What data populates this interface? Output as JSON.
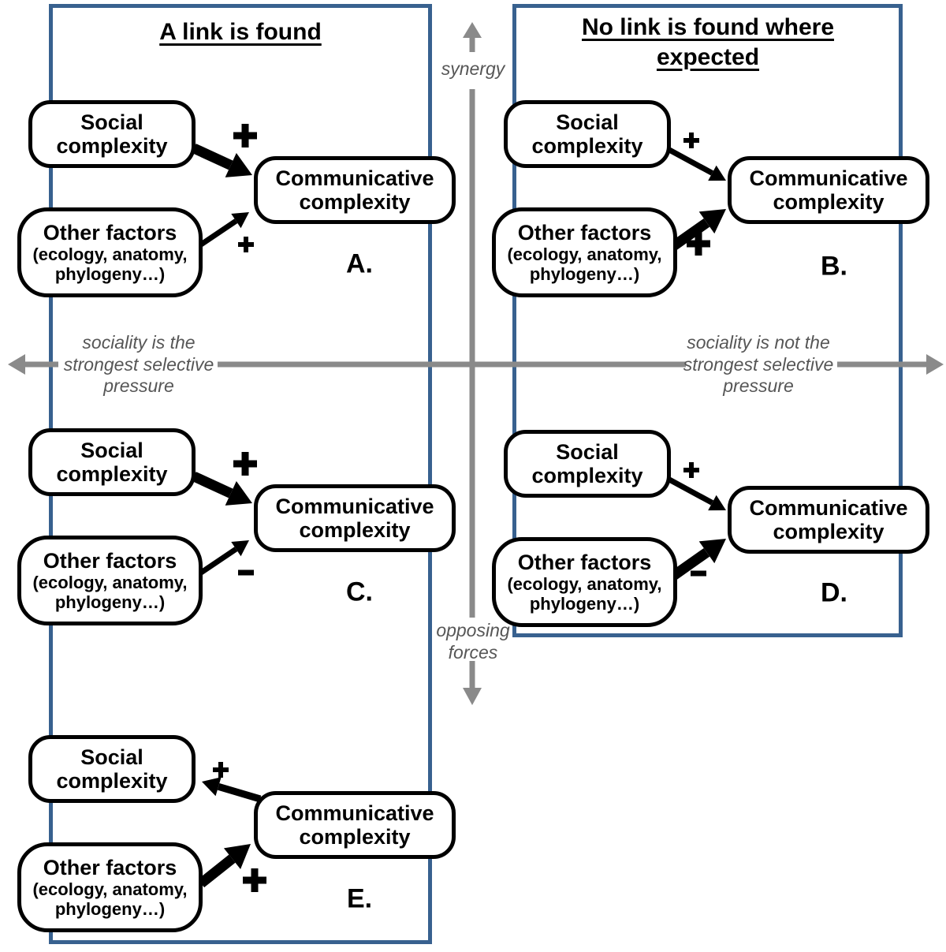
{
  "colors": {
    "panel_border": "#38618f",
    "axis_gray": "#8a8a8a",
    "axis_text_gray": "#565656",
    "box_border": "#000000",
    "box_fill": "#ffffff",
    "arrow_black": "#000000"
  },
  "left_panel": {
    "title": "A link is found"
  },
  "right_panel": {
    "title": "No link is found where expected"
  },
  "axes": {
    "top_label": "synergy",
    "bottom_label": "opposing forces",
    "left_label": "sociality is the strongest selective pressure",
    "right_label": "sociality  is not the strongest selective pressure"
  },
  "nodes": {
    "social": "Social complexity",
    "communicative": "Communicative complexity",
    "other_title": "Other factors",
    "other_sub1": "(ecology, anatomy,",
    "other_sub2": "phylogeny…)"
  },
  "scenarios": [
    {
      "id": "A",
      "label": "A.",
      "panel": "left",
      "social_arrow": {
        "sign": "+",
        "weight": "thick",
        "direction": "to_communicative"
      },
      "other_arrow": {
        "sign": "+",
        "weight": "thin",
        "direction": "to_communicative"
      }
    },
    {
      "id": "B",
      "label": "B.",
      "panel": "right",
      "social_arrow": {
        "sign": "+",
        "weight": "thin",
        "direction": "to_communicative"
      },
      "other_arrow": {
        "sign": "+",
        "weight": "thick",
        "direction": "to_communicative"
      }
    },
    {
      "id": "C",
      "label": "C.",
      "panel": "left",
      "social_arrow": {
        "sign": "+",
        "weight": "thick",
        "direction": "to_communicative"
      },
      "other_arrow": {
        "sign": "-",
        "weight": "thin",
        "direction": "to_communicative"
      }
    },
    {
      "id": "D",
      "label": "D.",
      "panel": "right",
      "social_arrow": {
        "sign": "+",
        "weight": "thin",
        "direction": "to_communicative"
      },
      "other_arrow": {
        "sign": "-",
        "weight": "thick",
        "direction": "to_communicative"
      }
    },
    {
      "id": "E",
      "label": "E.",
      "panel": "left",
      "social_arrow": {
        "sign": "+",
        "weight": "medium",
        "direction": "to_social"
      },
      "other_arrow": {
        "sign": "+",
        "weight": "thick",
        "direction": "to_communicative"
      }
    }
  ]
}
